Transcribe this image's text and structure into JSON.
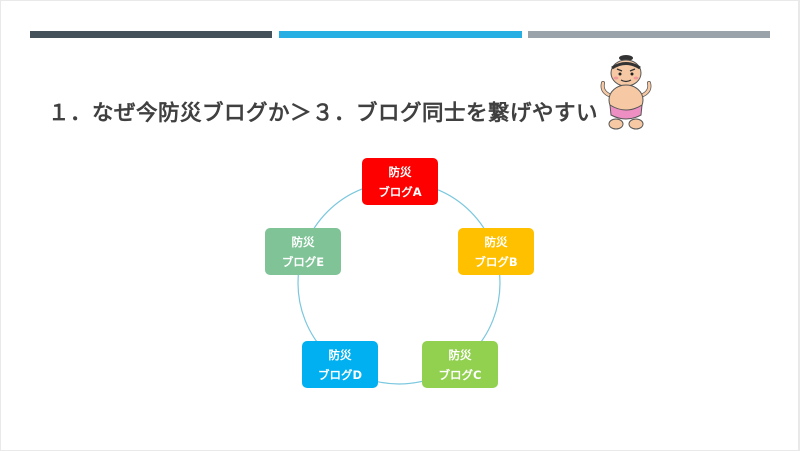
{
  "slide": {
    "title": "１．なぜ今防災ブログか＞３．ブログ同士を繋げやすい"
  },
  "accent_colors": {
    "bar_dark": "#44505a",
    "bar_blue": "#27aee3",
    "bar_gray": "#9aa3a9"
  },
  "cycle": {
    "ring_color": "#7ac7de",
    "nodes": [
      {
        "line1": "防災",
        "line2": "ブログA",
        "color": "#ff0000"
      },
      {
        "line1": "防災",
        "line2": "ブログB",
        "color": "#ffc000"
      },
      {
        "line1": "防災",
        "line2": "ブログC",
        "color": "#92d050"
      },
      {
        "line1": "防災",
        "line2": "ブログD",
        "color": "#00b0f0"
      },
      {
        "line1": "防災",
        "line2": "ブログE",
        "color": "#7fc397"
      }
    ]
  },
  "mascot": {
    "icon": "sumo-mascot-icon"
  }
}
